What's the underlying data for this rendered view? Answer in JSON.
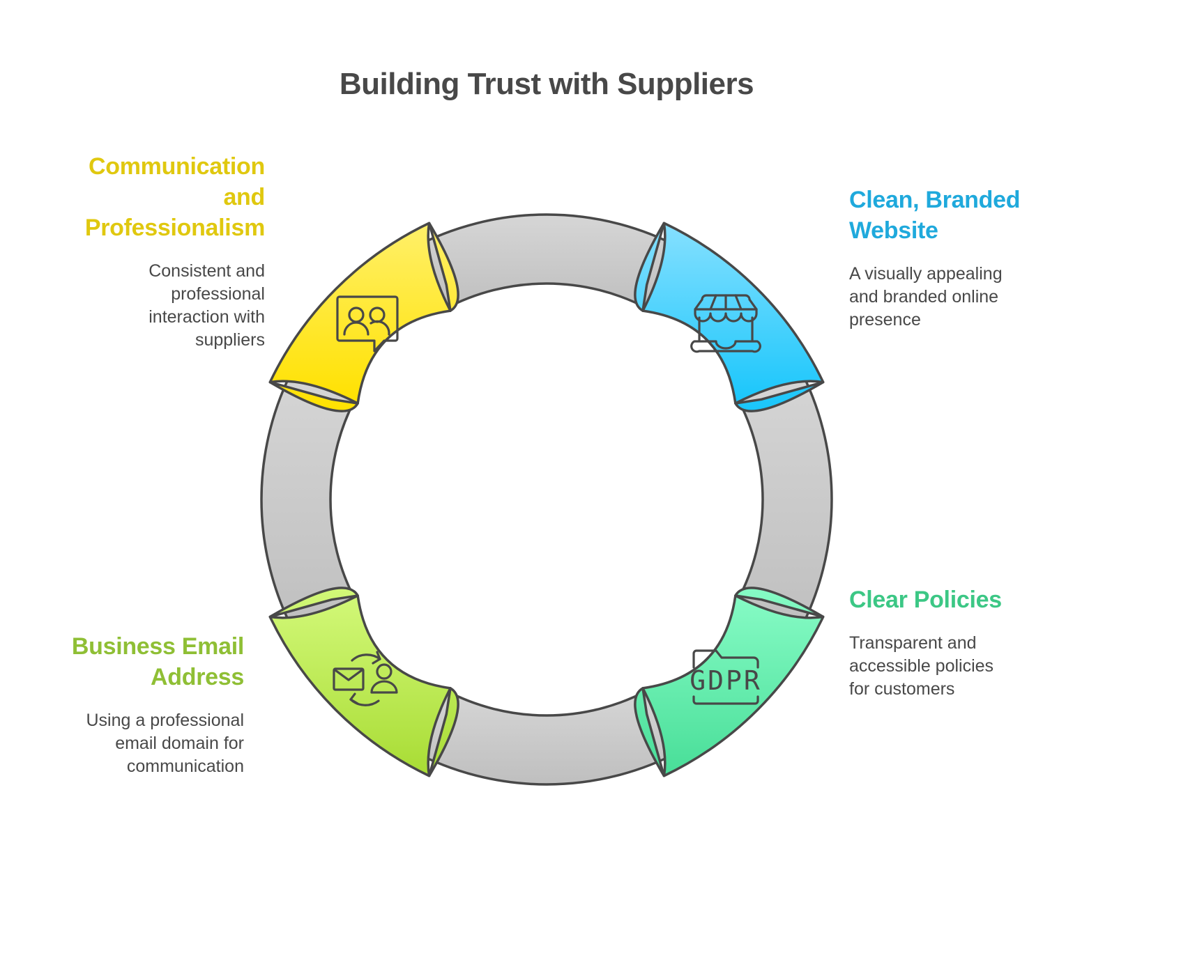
{
  "title": "Building Trust with Suppliers",
  "ring": {
    "segment_color": "#d2d2d2",
    "outline_color": "#484848"
  },
  "steps": [
    {
      "id": "communication",
      "position": "top-left",
      "heading": "Communication and Professionalism",
      "heading_lines": [
        "Communication",
        "and",
        "Professionalism"
      ],
      "description": "Consistent and professional interaction with suppliers",
      "description_lines": [
        "Consistent and",
        "professional",
        "interaction with",
        "suppliers"
      ],
      "icon": "group-chat-icon",
      "color": "#e0c80f",
      "fill_top": "#fff06a",
      "fill_bottom": "#ffe100"
    },
    {
      "id": "website",
      "position": "top-right",
      "heading": "Clean, Branded Website",
      "heading_lines": [
        "Clean, Branded",
        "Website"
      ],
      "description": "A visually appealing and branded online presence",
      "description_lines": [
        "A visually appealing",
        "and branded online",
        "presence"
      ],
      "icon": "storefront-icon",
      "color": "#1fa9dc",
      "fill_top": "#86e0ff",
      "fill_bottom": "#19c6fb"
    },
    {
      "id": "policies",
      "position": "bottom-right",
      "heading": "Clear Policies",
      "heading_lines": [
        "Clear Policies"
      ],
      "description": "Transparent and accessible policies for customers",
      "description_lines": [
        "Transparent and",
        "accessible policies",
        "for customers"
      ],
      "icon": "gdpr-folder-icon",
      "icon_text": "GDPR",
      "color": "#3cc785",
      "fill_top": "#86fbc5",
      "fill_bottom": "#48de98"
    },
    {
      "id": "email",
      "position": "bottom-left",
      "heading": "Business Email Address",
      "heading_lines": [
        "Business Email",
        "Address"
      ],
      "description": "Using a professional email domain for communication",
      "description_lines": [
        "Using a professional",
        "email domain for",
        "communication"
      ],
      "icon": "email-exchange-icon",
      "color": "#8fbf35",
      "fill_top": "#d2f878",
      "fill_bottom": "#a8dc34"
    }
  ]
}
